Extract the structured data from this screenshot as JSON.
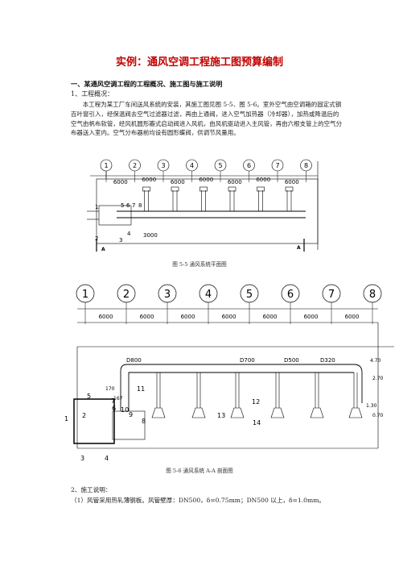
{
  "doc": {
    "title": "实例：通风空调工程施工图预算编制",
    "section1": "一、某通风空调工程的工程概况、施工图与施工说明",
    "overview_heading": "1、工程概况：",
    "overview_text": "本工程为某工厂车间送风系统的安装，其施工图见图 5-5、图 5-6。室外空气由空调箱的固定式钢百叶窗引入，经保温阀去空气过滤器过滤，再由上通阀，进入空气加热器（冷却器），加热或降温后的空气由帆布软管，经风机圆形瓣式启动阀进入风机，由风机驱动进入主风管，再由六根支管上的空气分布器送入室内。空气分布器前均设有圆形蝶阀，供调节风量用。",
    "fig1_caption": "图 5-5 通风系统平面图",
    "fig2_caption": "图 5-6 通风系统 A-A 剖面图",
    "desc_heading": "2、施工说明：",
    "desc_line1": "（1）风管采用热轧薄钢板。风管壁厚：DN500，δ=0.75mm；DN500 以上，δ=1.0mm。"
  },
  "plan": {
    "axes": [
      "1",
      "2",
      "3",
      "4",
      "5",
      "6",
      "7",
      "8"
    ],
    "spans": [
      "6000",
      "6000",
      "6000",
      "6000",
      "6000",
      "6000",
      "6000"
    ],
    "extra_dim": "3000",
    "part_labels": [
      "1",
      "2",
      "3",
      "4",
      "5",
      "6",
      "7",
      "8"
    ],
    "section_mark": "A"
  },
  "section": {
    "axes": [
      "1",
      "2",
      "3",
      "4",
      "5",
      "6",
      "7",
      "8"
    ],
    "spans": [
      "6000",
      "6000",
      "6000",
      "6000",
      "6000",
      "6000",
      "6000"
    ],
    "duct_labels": [
      "D800",
      "D700",
      "D500",
      "D320"
    ],
    "elevations": [
      "4.70",
      "2.70",
      "1.30",
      "0.70"
    ],
    "dims": [
      "170",
      "167"
    ],
    "part_labels": [
      "1",
      "2",
      "3",
      "4",
      "5",
      "6",
      "7",
      "8",
      "9",
      "10",
      "11",
      "12",
      "13",
      "14"
    ]
  }
}
